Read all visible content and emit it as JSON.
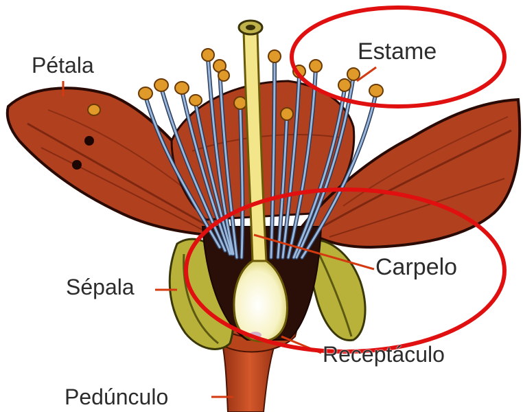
{
  "labels": {
    "petala": "Pétala",
    "estame": "Estame",
    "carpelo": "Carpelo",
    "sepala": "Sépala",
    "receptaculo": "Receptáculo",
    "pedunculo": "Pedúnculo"
  },
  "colors": {
    "petal": "#b0401e",
    "petal_dark": "#6a1c0a",
    "petal_edge": "#2a0a04",
    "filament": "#8eaacf",
    "filament_dark": "#2a3a5a",
    "anther": "#e09a2a",
    "style": "#f2e58a",
    "ovary": "#fbfad8",
    "sepal": "#b9b23a",
    "sepal_dark": "#5c5a12",
    "stem": "#c44a22",
    "leader_line": "#d43a10",
    "highlight_ellipse": "#e01010"
  }
}
